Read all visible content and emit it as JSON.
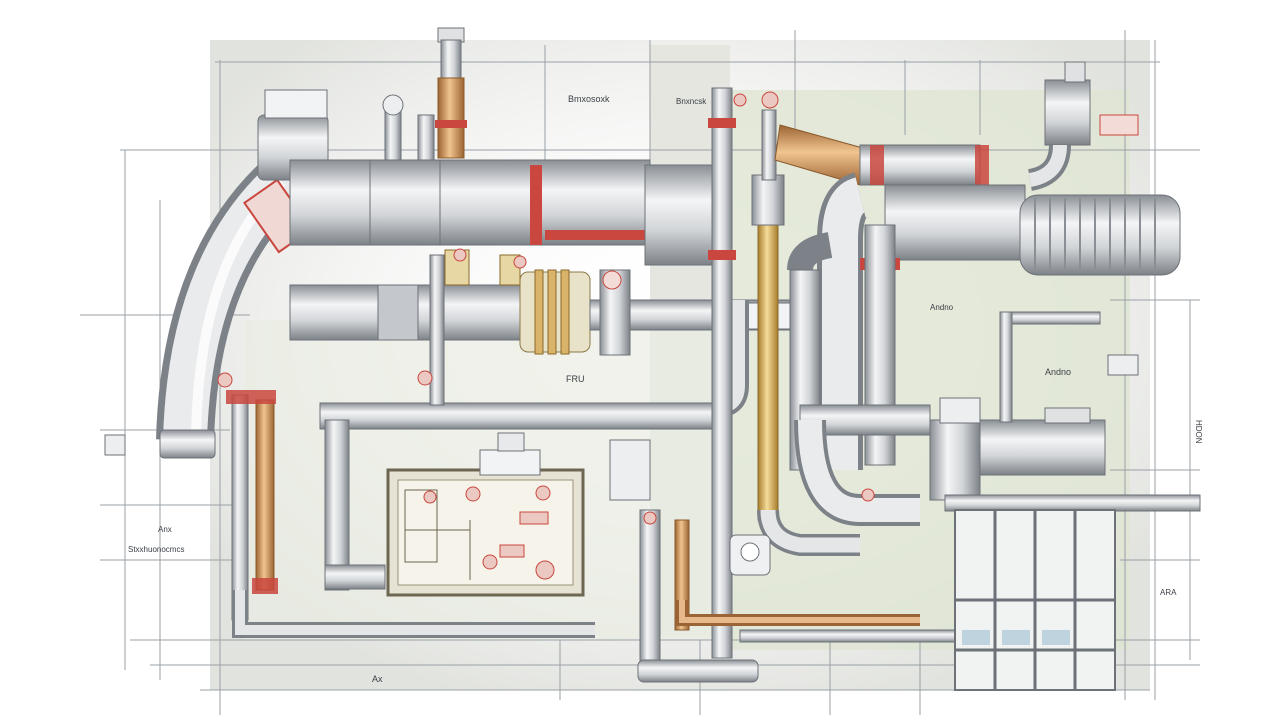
{
  "diagram": {
    "labels": {
      "top_left": "Bmxosoxk",
      "top_mid": "Bnxncsk",
      "center": "FRU",
      "right_upper": "Andno",
      "right_mid": "Andno",
      "left_top": "Anx",
      "left_bottom": "Stxxhuonocmcs",
      "bottom": "Ax",
      "right_vertical": "HDON",
      "right_bottom": "ARA"
    },
    "colors": {
      "pipe_light": "#e6e8ea",
      "pipe_mid": "#b9bdc2",
      "pipe_dark": "#7d8288",
      "copper": "#c68a52",
      "brass": "#d9b36a",
      "flange_red": "#c9473e",
      "panel_green": "#dfe5d2",
      "grid": "#9aa0a6"
    },
    "icons": [
      "valve-icon",
      "gauge-icon",
      "flange-icon",
      "pump-icon",
      "control-panel-icon"
    ]
  }
}
